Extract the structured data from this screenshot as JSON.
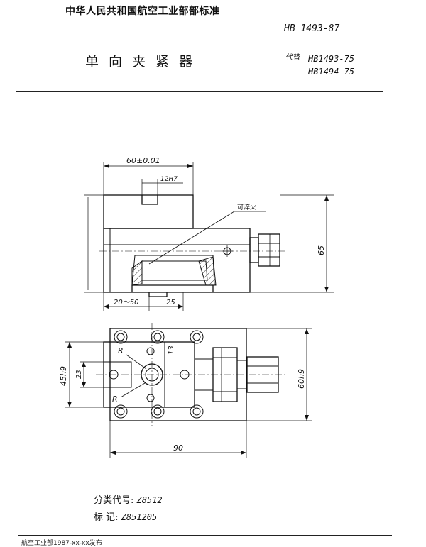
{
  "header": {
    "organization": "中华人民共和国航空工业部部标准",
    "standard_code": "HB 1493-87",
    "title": "单向夹紧器",
    "replaces_label": "代替",
    "replaces": [
      "HB1493-75",
      "HB1494-75"
    ]
  },
  "drawing": {
    "labels": {
      "dim_60": "60±0.01",
      "dim_12h7": "12H7",
      "annotation": "可淬火",
      "dim_65": "65",
      "dim_20_50": "20～50",
      "dim_25": "25",
      "dim_45h9": "45h9",
      "dim_23": "23",
      "dim_13": "13",
      "dim_r_top": "R",
      "dim_r_bottom": "R",
      "dim_60h9": "60h9",
      "dim_90": "90"
    }
  },
  "classification": {
    "label": "分类代号",
    "value": "Z8512"
  },
  "marking": {
    "label": "标    记",
    "value": "Z851205"
  },
  "footer": {
    "text": "航空工业部1987-xx-xx发布"
  }
}
